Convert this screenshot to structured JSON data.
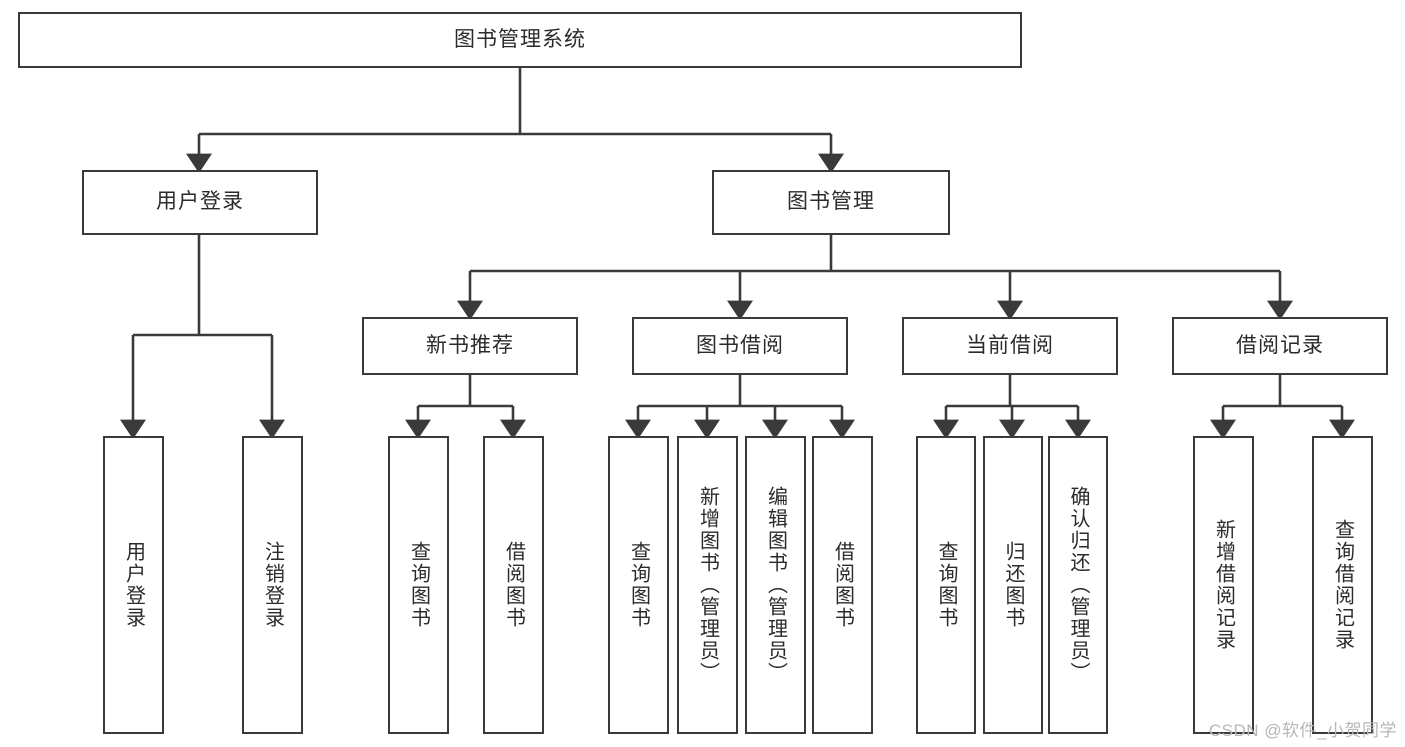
{
  "diagram": {
    "type": "tree-hierarchy",
    "title": "图书管理系统",
    "theme": {
      "box_border": "#3a3a3a",
      "box_fill": "#ffffff",
      "text_color": "#2b2b2b",
      "link_color": "#3a3a3a",
      "background": "#ffffff",
      "watermark_color": "#b7b7b7"
    },
    "root": {
      "label": "图书管理系统"
    },
    "level1": [
      {
        "label": "用户登录"
      },
      {
        "label": "图书管理"
      }
    ],
    "level2": [
      {
        "label": "新书推荐"
      },
      {
        "label": "图书借阅"
      },
      {
        "label": "当前借阅"
      },
      {
        "label": "借阅记录"
      }
    ],
    "leaves": {
      "user_login": [
        {
          "label": "用户登录"
        },
        {
          "label": "注销登录"
        }
      ],
      "new_book_recommend": [
        {
          "label": "查询图书"
        },
        {
          "label": "借阅图书"
        }
      ],
      "book_borrow": [
        {
          "label": "查询图书"
        },
        {
          "label": "新增图书（管理员）"
        },
        {
          "label": "编辑图书（管理员）"
        },
        {
          "label": "借阅图书"
        }
      ],
      "current_borrow": [
        {
          "label": "查询图书"
        },
        {
          "label": "归还图书"
        },
        {
          "label": "确认归还（管理员）"
        }
      ],
      "borrow_record": [
        {
          "label": "新增借阅记录"
        },
        {
          "label": "查询借阅记录"
        }
      ]
    },
    "watermark": "CSDN @软件_小贺同学"
  }
}
